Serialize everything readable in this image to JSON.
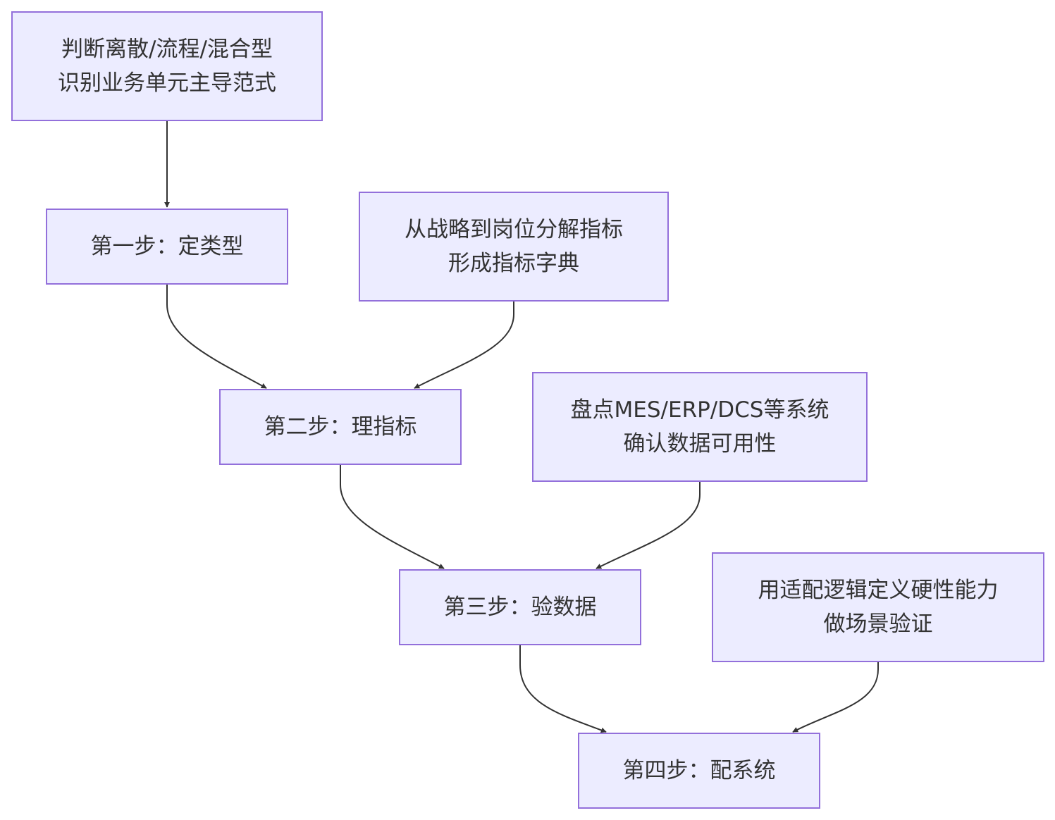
{
  "diagram": {
    "colors": {
      "node_fill": "#ececff",
      "node_border": "#9370db",
      "edge": "#333333",
      "text": "#333333"
    },
    "nodes": {
      "classify_type": {
        "lines": [
          "判断离散/流程/混合型",
          "识别业务单元主导范式"
        ]
      },
      "step1": {
        "lines": [
          "第一步：定类型"
        ]
      },
      "decompose_metrics": {
        "lines": [
          "从战略到岗位分解指标",
          "形成指标字典"
        ]
      },
      "step2": {
        "lines": [
          "第二步：理指标"
        ]
      },
      "inventory_systems": {
        "lines": [
          "盘点MES/ERP/DCS等系统",
          "确认数据可用性"
        ]
      },
      "step3": {
        "lines": [
          "第三步：验数据"
        ]
      },
      "define_capability": {
        "lines": [
          "用适配逻辑定义硬性能力",
          "做场景验证"
        ]
      },
      "step4": {
        "lines": [
          "第四步：配系统"
        ]
      }
    },
    "edges": [
      {
        "from": "classify_type",
        "to": "step1"
      },
      {
        "from": "step1",
        "to": "step2"
      },
      {
        "from": "decompose_metrics",
        "to": "step2"
      },
      {
        "from": "step2",
        "to": "step3"
      },
      {
        "from": "inventory_systems",
        "to": "step3"
      },
      {
        "from": "step3",
        "to": "step4"
      },
      {
        "from": "define_capability",
        "to": "step4"
      }
    ]
  }
}
